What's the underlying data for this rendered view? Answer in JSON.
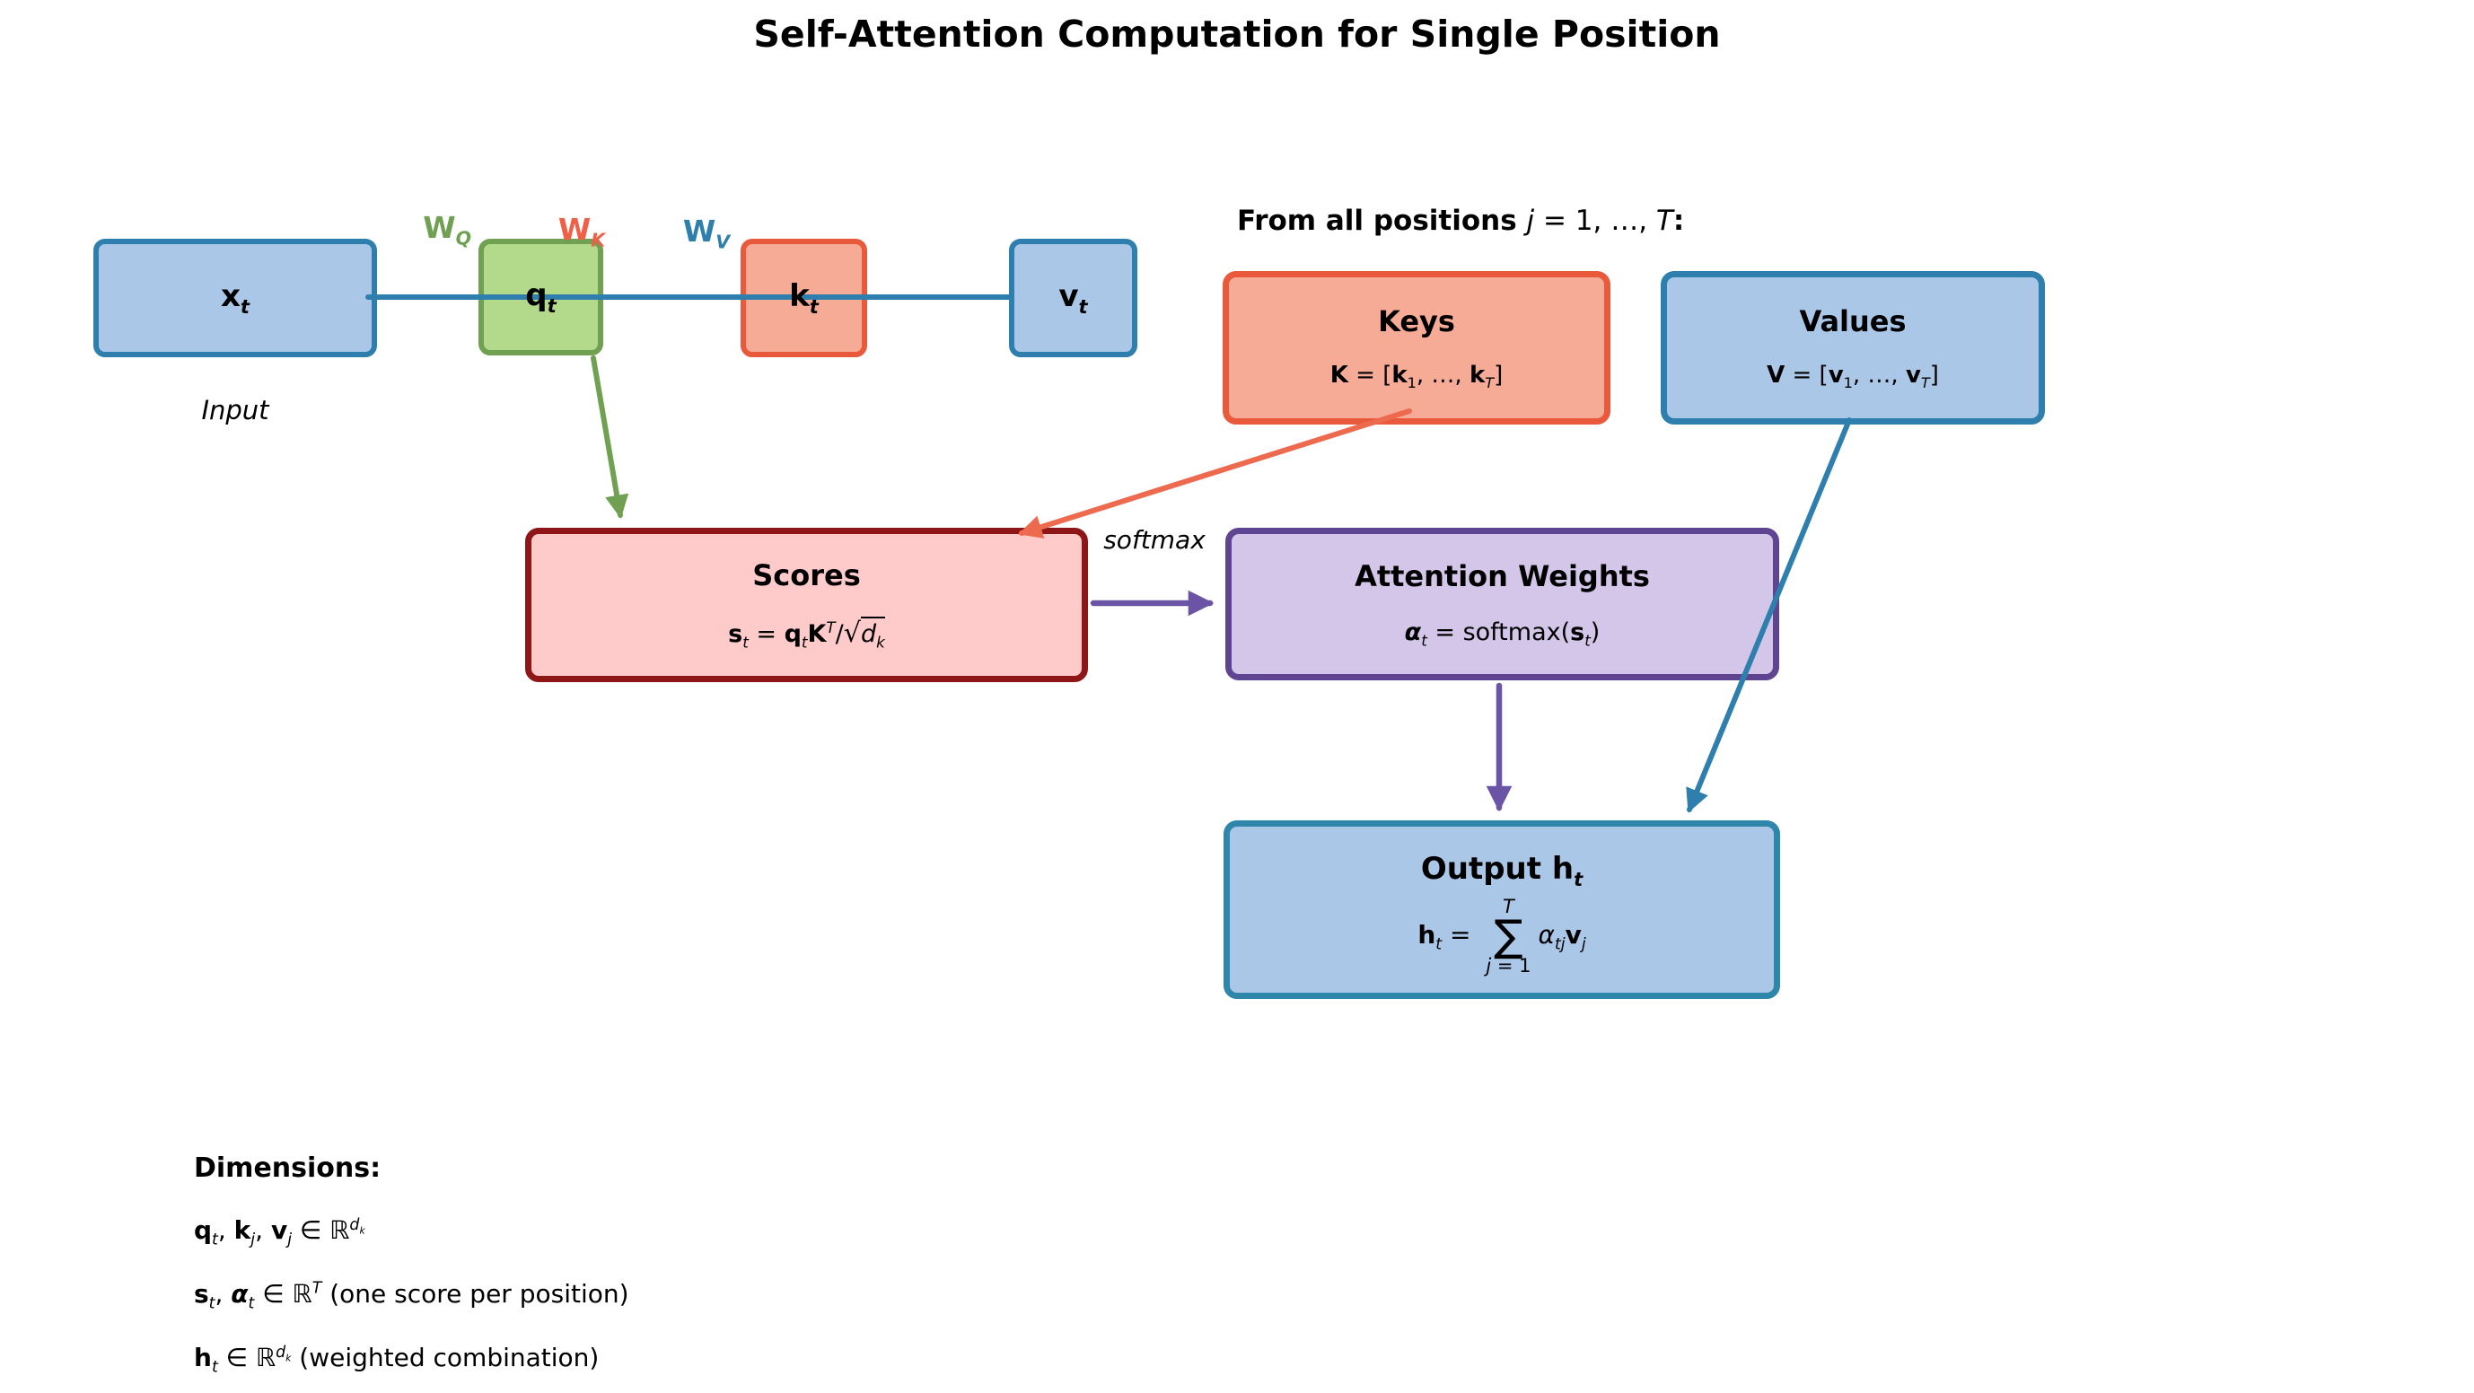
{
  "title": "Self-Attention Computation for Single Position",
  "weight_labels": {
    "wq_html": "<b>W</b><sub><i>Q</i></sub>",
    "wk_html": "<b>W</b><sub><i>K</i></sub>",
    "wv_html": "<b>W</b><sub><i>V</i></sub>"
  },
  "annotations": {
    "input_caption": "Input",
    "from_all_positions_html": "<b>From all positions </b><i>j</i> = 1, …, <i>T</i><b>:</b>",
    "softmax_label": "softmax"
  },
  "nodes": {
    "x": {
      "label_html": "<b>x</b><sub><i>t</i></sub>"
    },
    "q": {
      "label_html": "<b>q</b><sub><i>t</i></sub>"
    },
    "k": {
      "label_html": "<b>k</b><sub><i>t</i></sub>"
    },
    "v": {
      "label_html": "<b>v</b><sub><i>t</i></sub>"
    },
    "keys": {
      "title": "Keys",
      "formula_html": "<b>K</b> = [<b>k</b><sub>1</sub>, …, <b>k</b><sub><i>T</i></sub>]"
    },
    "values": {
      "title": "Values",
      "formula_html": "<b>V</b> = [<b>v</b><sub>1</sub>, …, <b>v</b><sub><i>T</i></sub>]"
    },
    "scores": {
      "title": "Scores",
      "formula_html": "<b>s</b><sub><i>t</i></sub> = <b>q</b><sub><i>t</i></sub><b>K</b><sup><i>T</i></sup>/<span class=\"rad\">√</span><span class=\"ol\"><i>d</i><sub><i>k</i></sub></span>"
    },
    "attention": {
      "title": "Attention Weights",
      "formula_html": "<b><i>α</i></b><sub><i>t</i></sub> = softmax(<b>s</b><sub><i>t</i></sub>)"
    },
    "output": {
      "title_html": "Output <b>h</b><sub><i>t</i></sub>",
      "formula_lhs_html": "<b>h</b><sub><i>t</i></sub> =&nbsp;",
      "sum_upper_html": "<i>T</i>",
      "sum_symbol": "∑",
      "sum_lower_html": "<i>j</i> = 1",
      "formula_rhs_html": "<i>α</i><sub><i>tj</i></sub><b>v</b><sub><i>j</i></sub>"
    }
  },
  "dimensions_block": {
    "heading": "Dimensions:",
    "lines_html": [
      "<b>q</b><sub><i>t</i></sub>, <b>k</b><sub><i>j</i></sub>, <b>v</b><sub><i>j</i></sub> ∈ ℝ<sup><i>d</i><sub><i>k</i></sub></sup>",
      "<b>s</b><sub><i>t</i></sub>, <b><i>α</i></b><sub><i>t</i></sub> ∈ ℝ<sup><i>T</i></sup> (one score per position)",
      "<b>h</b><sub><i>t</i></sub> ∈ ℝ<sup><i>d</i><sub><i>k</i></sub></sup> (weighted combination)"
    ]
  },
  "colors": {
    "blue_fill": "#abc7e8",
    "blue_edge": "#2e7fad",
    "green_fill": "#b3d98b",
    "green_edge": "#70a051",
    "salmon_fill": "#f6ab97",
    "salmon_edge": "#e9593c",
    "pink_fill": "#ffcaca",
    "darkred_edge": "#8e1616",
    "purple_fill": "#d3c6e8",
    "purple_edge": "#5f4492",
    "purple_arrow": "#6b53a5",
    "coral_arrow": "#ee6a4f",
    "output_edge": "#2e86ab"
  }
}
